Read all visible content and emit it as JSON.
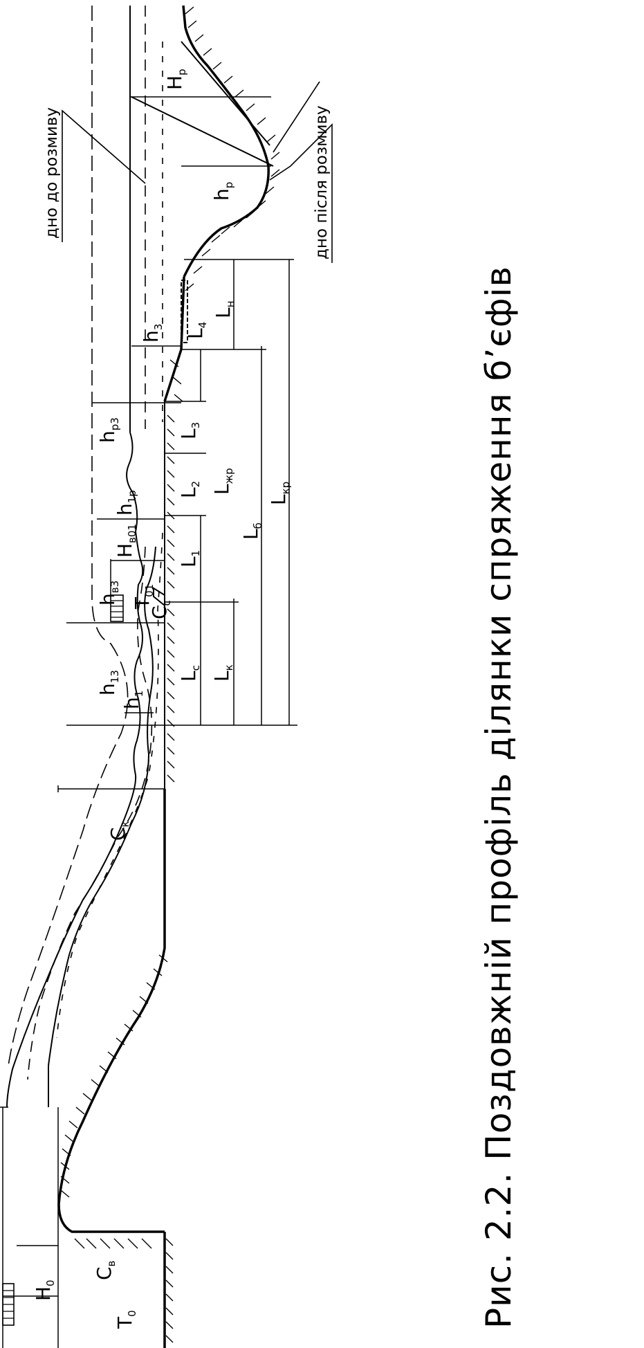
{
  "caption": "Рис. 2.2. Поздовжній профіль ділянки спряження б’єфів",
  "notes": {
    "bed_before": "дно до розмиву",
    "bed_after": "дно після розмиву"
  },
  "labels": {
    "T0": "T",
    "T0_sub": "0",
    "H0": "H",
    "H0_sub": "0",
    "Cv": "C",
    "Cv_sub": "в",
    "Ck": "C",
    "Ck_sub": "к",
    "h1": "h",
    "h1_sub": "1",
    "h13": "h",
    "h13_sub": "13",
    "hv3": "h",
    "hv3_sub": "в3",
    "Cc": "C",
    "Cc_sub": "с",
    "T01": "T",
    "T01_sub": "01",
    "Hv01": "H",
    "Hv01_sub": "в01",
    "h1r": "h",
    "h1r_sub": "1р",
    "hr3": "h",
    "hr3_sub": "р3",
    "h3": "h",
    "h3_sub": "3",
    "hr": "h",
    "hr_sub": "р",
    "Hr": "H",
    "Hr_sub": "р",
    "Lc": "L",
    "Lc_sub": "с",
    "Lk": "L",
    "Lk_sub": "к",
    "L1": "L",
    "L1_sub": "1",
    "L2": "L",
    "L2_sub": "2",
    "L3": "L",
    "L3_sub": "3",
    "L4": "L",
    "L4_sub": "4",
    "Lzhr": "L",
    "Lzhr_sub": "жр",
    "Lb": "L",
    "Lb_sub": "б",
    "Ln": "L",
    "Ln_sub": "н",
    "Lkr": "L",
    "Lkr_sub": "кр"
  }
}
